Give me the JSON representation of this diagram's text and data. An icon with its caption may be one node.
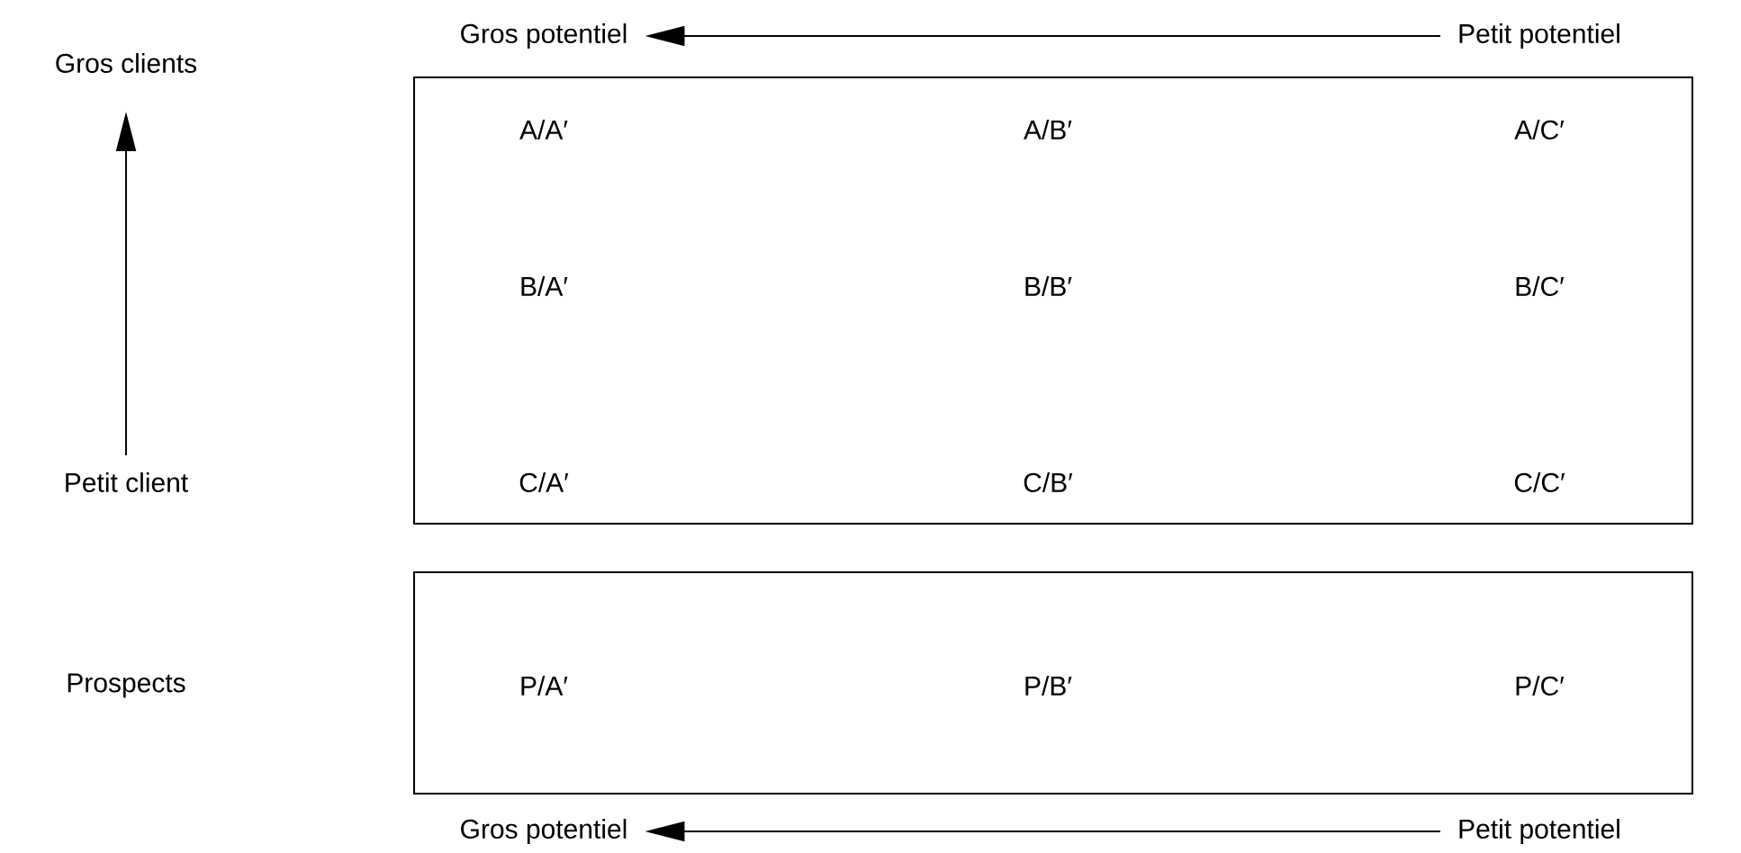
{
  "diagram": {
    "nodes": [
      {
        "text": [
          "Gros potentiel"
        ]
      },
      {
        "text": [
          "Petit potentiel"
        ]
      },
      {
        "text": [
          "Gros clients"
        ]
      },
      {
        "text": [
          "Petit client"
        ]
      },
      {
        "text": [
          "A/A′",
          "A/B′",
          "A/C′",
          "B/A′",
          "B/B′",
          "B/C′",
          "C/A′",
          "C/B′",
          "C/C′"
        ]
      },
      {
        "text": [
          "P/A′",
          "P/B′",
          "P/C′"
        ]
      },
      {
        "text": [
          "Gros potentiel"
        ]
      },
      {
        "text": [
          "Petit potentiel"
        ]
      }
    ],
    "edges": [
      {
        "from": 1,
        "to": 0,
        "arrow": "to"
      },
      {
        "from": 3,
        "to": 2,
        "arrow": "to"
      },
      {
        "from": 7,
        "to": 6,
        "arrow": "to"
      }
    ],
    "labels": [
      "Prospects"
    ]
  }
}
